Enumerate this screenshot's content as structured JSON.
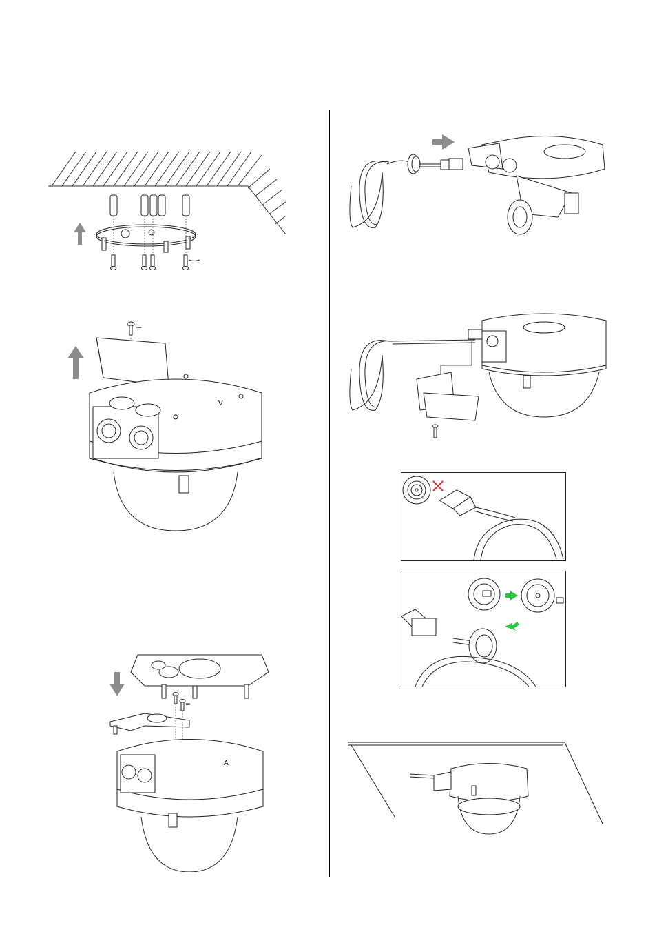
{
  "page": {
    "figures": [
      {
        "id": "fig-ceiling-mount",
        "arrow_direction": "up"
      },
      {
        "id": "fig-remove-cover",
        "arrow_direction": "up"
      },
      {
        "id": "fig-attach-plate",
        "arrow_direction": "down"
      },
      {
        "id": "fig-cable-insert",
        "arrow_direction": "right"
      },
      {
        "id": "fig-cable-routing"
      },
      {
        "id": "fig-grommet-wrong",
        "mark": "cross"
      },
      {
        "id": "fig-grommet-right",
        "mark": "arrows"
      },
      {
        "id": "fig-final-install"
      }
    ],
    "colors": {
      "line": "#222222",
      "arrow_gray": "#8c8c8c",
      "wrong_mark": "#e8262c",
      "correct_arrow": "#27c93f",
      "hatch": "#333333"
    },
    "annotations": {
      "screw_tick_top": "–",
      "screw_tick_bottom": "–",
      "dome_mark": "V",
      "dome_mark_bottom": "A"
    }
  }
}
